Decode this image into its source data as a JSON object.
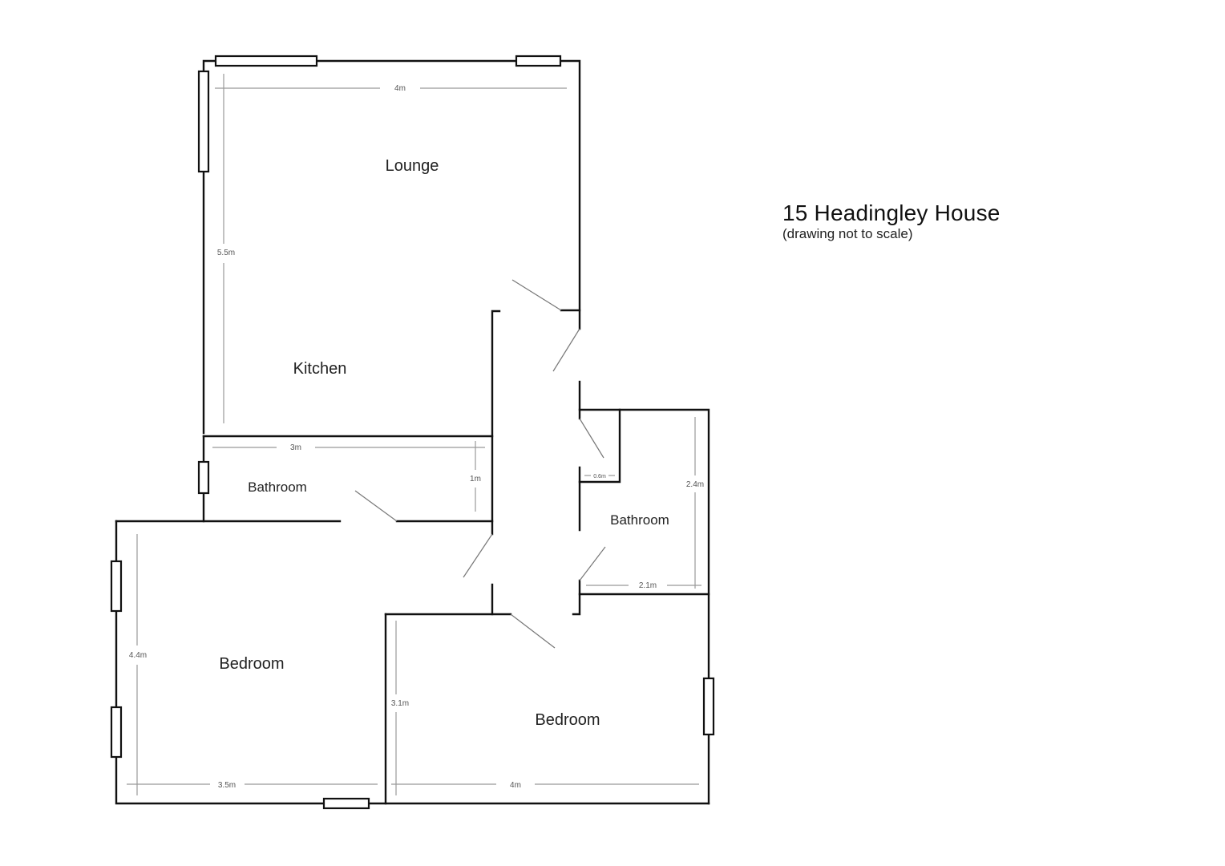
{
  "title": "15 Headingley House",
  "subtitle": "(drawing not to scale)",
  "rooms": {
    "lounge": "Lounge",
    "kitchen": "Kitchen",
    "bathroom_main": "Bathroom",
    "bathroom_ensuite": "Bathroom",
    "bedroom_left": "Bedroom",
    "bedroom_right": "Bedroom"
  },
  "dimensions": {
    "lounge_width": "4m",
    "lounge_depth": "5.5m",
    "bathroom_main_width": "3m",
    "bathroom_main_depth": "1m",
    "closet_width": "0.6m",
    "bathroom_ensuite_depth": "2.4m",
    "bathroom_ensuite_width": "2.1m",
    "bedroom_left_depth": "4.4m",
    "bedroom_left_width": "3.5m",
    "bedroom_right_depth": "3.1m",
    "bedroom_right_width": "4m"
  }
}
